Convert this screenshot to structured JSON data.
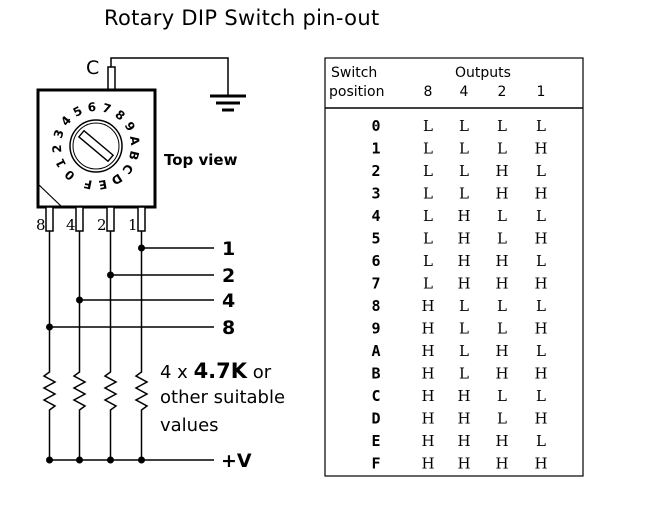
{
  "title": "Rotary DIP Switch pin-out",
  "common_label": "C",
  "top_view_label": "Top view",
  "dial_chars": [
    "0",
    "1",
    "2",
    "3",
    "4",
    "5",
    "6",
    "7",
    "8",
    "9",
    "A",
    "B",
    "C",
    "D",
    "E",
    "F"
  ],
  "pin_labels": [
    "8",
    "4",
    "2",
    "1"
  ],
  "output_labels": [
    "1",
    "2",
    "4",
    "8"
  ],
  "resistor_note": {
    "prefix": "4 x ",
    "value": "4.7K",
    "suffix": " or",
    "line2": "other suitable",
    "line3": "values"
  },
  "supply_label": "+V",
  "table": {
    "header_col1_line1": "Switch",
    "header_col1_line2": "position",
    "outputs_label": "Outputs",
    "output_columns": [
      "8",
      "4",
      "2",
      "1"
    ],
    "rows": [
      {
        "pos": "0",
        "out": [
          "L",
          "L",
          "L",
          "L"
        ]
      },
      {
        "pos": "1",
        "out": [
          "L",
          "L",
          "L",
          "H"
        ]
      },
      {
        "pos": "2",
        "out": [
          "L",
          "L",
          "H",
          "L"
        ]
      },
      {
        "pos": "3",
        "out": [
          "L",
          "L",
          "H",
          "H"
        ]
      },
      {
        "pos": "4",
        "out": [
          "L",
          "H",
          "L",
          "L"
        ]
      },
      {
        "pos": "5",
        "out": [
          "L",
          "H",
          "L",
          "H"
        ]
      },
      {
        "pos": "6",
        "out": [
          "L",
          "H",
          "H",
          "L"
        ]
      },
      {
        "pos": "7",
        "out": [
          "L",
          "H",
          "H",
          "H"
        ]
      },
      {
        "pos": "8",
        "out": [
          "H",
          "L",
          "L",
          "L"
        ]
      },
      {
        "pos": "9",
        "out": [
          "H",
          "L",
          "L",
          "H"
        ]
      },
      {
        "pos": "A",
        "out": [
          "H",
          "L",
          "H",
          "L"
        ]
      },
      {
        "pos": "B",
        "out": [
          "H",
          "L",
          "H",
          "H"
        ]
      },
      {
        "pos": "C",
        "out": [
          "H",
          "H",
          "L",
          "L"
        ]
      },
      {
        "pos": "D",
        "out": [
          "H",
          "H",
          "L",
          "H"
        ]
      },
      {
        "pos": "E",
        "out": [
          "H",
          "H",
          "H",
          "L"
        ]
      },
      {
        "pos": "F",
        "out": [
          "H",
          "H",
          "H",
          "H"
        ]
      }
    ]
  }
}
